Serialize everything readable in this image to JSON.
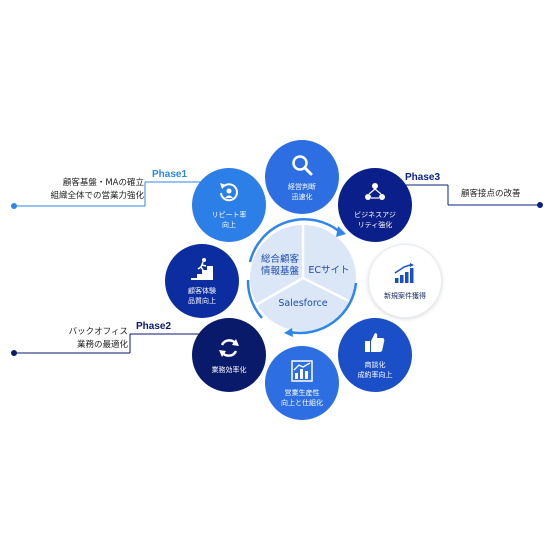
{
  "center": {
    "left_label": "総合顧客\n情報基盤",
    "right_label": "ECサイト",
    "bottom_label": "Salesforce"
  },
  "bubbles": [
    {
      "id": "analysis",
      "label": "経営判断\n迅速化",
      "icon": "search-icon",
      "color": "#2d6fe3"
    },
    {
      "id": "agility",
      "label": "ビジネスアジ\nリティ強化",
      "icon": "people-network-icon",
      "color": "#0a1f8a"
    },
    {
      "id": "new-deals",
      "label": "新規案件獲得",
      "icon": "bar-growth-icon",
      "color": "#ffffff"
    },
    {
      "id": "close-rate",
      "label": "商談化\n成約率向上",
      "icon": "thumbs-up-icon",
      "color": "#1a4fc7"
    },
    {
      "id": "productivity",
      "label": "営業生産性\n向上と仕組化",
      "icon": "chart-icon",
      "color": "#2d6fe3"
    },
    {
      "id": "efficiency",
      "label": "業務効率化",
      "icon": "cycle-icon",
      "color": "#0a1a6b"
    },
    {
      "id": "cx",
      "label": "顧客体験\n品質向上",
      "icon": "stairs-icon",
      "color": "#0c2da0"
    },
    {
      "id": "repeat",
      "label": "リピート率\n向上",
      "icon": "repeat-user-icon",
      "color": "#2d7fe8"
    }
  ],
  "phases": [
    {
      "id": "phase1",
      "label": "Phase1",
      "color": "#2d86e8",
      "description": "顧客基盤・MAの確立\n組織全体での営業力強化"
    },
    {
      "id": "phase2",
      "label": "Phase2",
      "color": "#0a1a6b",
      "description": "バックオフィス\n業務の最適化"
    },
    {
      "id": "phase3",
      "label": "Phase3",
      "color": "#0a1f8a",
      "description": "顧客接点の改善"
    }
  ]
}
